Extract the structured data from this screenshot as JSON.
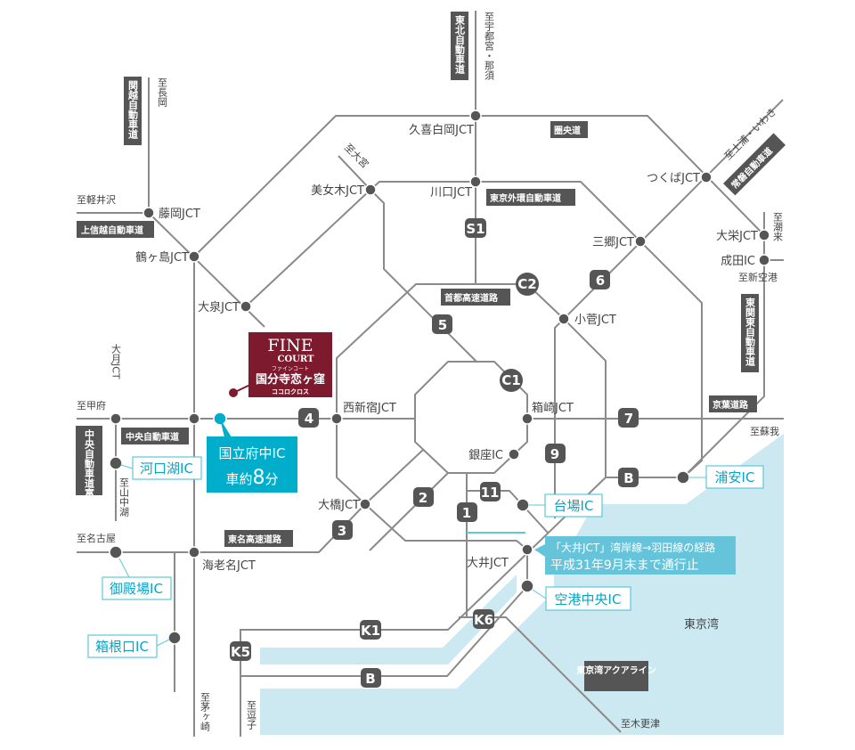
{
  "colors": {
    "road": "#8a8a8a",
    "node": "#555555",
    "accent": "#00aecc",
    "brand": "#7d1a2e",
    "water": "#cce8f0",
    "notice": "#66c4da"
  },
  "property": {
    "logo_line1": "FINE",
    "logo_line2": "COURT",
    "logo_kana": "ファインコート",
    "name": "国分寺恋ヶ窪",
    "sub": "ココロクロス"
  },
  "highlight": {
    "ic": "国立府中IC",
    "time_prefix": "車約",
    "time_num": "8",
    "time_suffix": "分"
  },
  "notice": {
    "line1": "「大井JCT」湾岸線→羽田線の経路",
    "line2": "平成31年9月末まで通行止"
  },
  "roads": {
    "kanetsu": "関越自動車道",
    "joshinetsu": "上信越自動車道",
    "tohoku": "東北自動車道",
    "kenodo": "圏央道",
    "gaikan": "東京外環自動車道",
    "joban": "常磐自動車道",
    "shuto": "首都高速道路",
    "higashikanto": "東関東自動車道",
    "keiyo": "京葉道路",
    "chuo": "中央自動車道",
    "fujiyoshida": "中央自動車道富士吉田線",
    "tomei": "東名高速道路",
    "aqualine": "東京湾アクアライン"
  },
  "junctions": {
    "fujioka": "藤岡JCT",
    "tsurugashima": "鶴ヶ島JCT",
    "oizumi": "大泉JCT",
    "bijogi": "美女木JCT",
    "kuki": "久喜白岡JCT",
    "kawaguchi": "川口JCT",
    "tsukuba": "つくばJCT",
    "misato": "三郷JCT",
    "taiei": "大栄JCT",
    "narita": "成田IC",
    "kosuge": "小菅JCT",
    "nishishinjuku": "西新宿JCT",
    "hakozaki": "箱崎JCT",
    "ginza": "銀座IC",
    "ohashi": "大橋JCT",
    "oi": "大井JCT",
    "ebina": "海老名JCT",
    "otsuki": "大月JCT"
  },
  "ics": {
    "kawaguchiko": "河口湖IC",
    "gotemba": "御殿場IC",
    "hakoneguchi": "箱根口IC",
    "daiba": "台場IC",
    "urayasu": "浦安IC",
    "kuko": "空港中央IC"
  },
  "destinations": {
    "nagaoka": "至長岡",
    "karuizawa": "至軽井沢",
    "utsunomiya": "至宇都宮・那須",
    "omiya": "至大宮",
    "tsuchiura": "至土浦・いわき",
    "itako": "至潮来",
    "shinkuko": "至新空港",
    "soga": "至蘇我",
    "kofu": "至甲府",
    "yamanakako": "至山中湖",
    "nagoya": "至名古屋",
    "chigasaki": "至茅ヶ崎",
    "zushi": "至逗子",
    "kisarazu": "至木更津"
  },
  "bay": "東京湾",
  "badges": [
    "S1",
    "C2",
    "C1",
    "5",
    "6",
    "4",
    "7",
    "9",
    "B",
    "11",
    "1",
    "2",
    "3",
    "K1",
    "K5",
    "K6",
    "B"
  ]
}
